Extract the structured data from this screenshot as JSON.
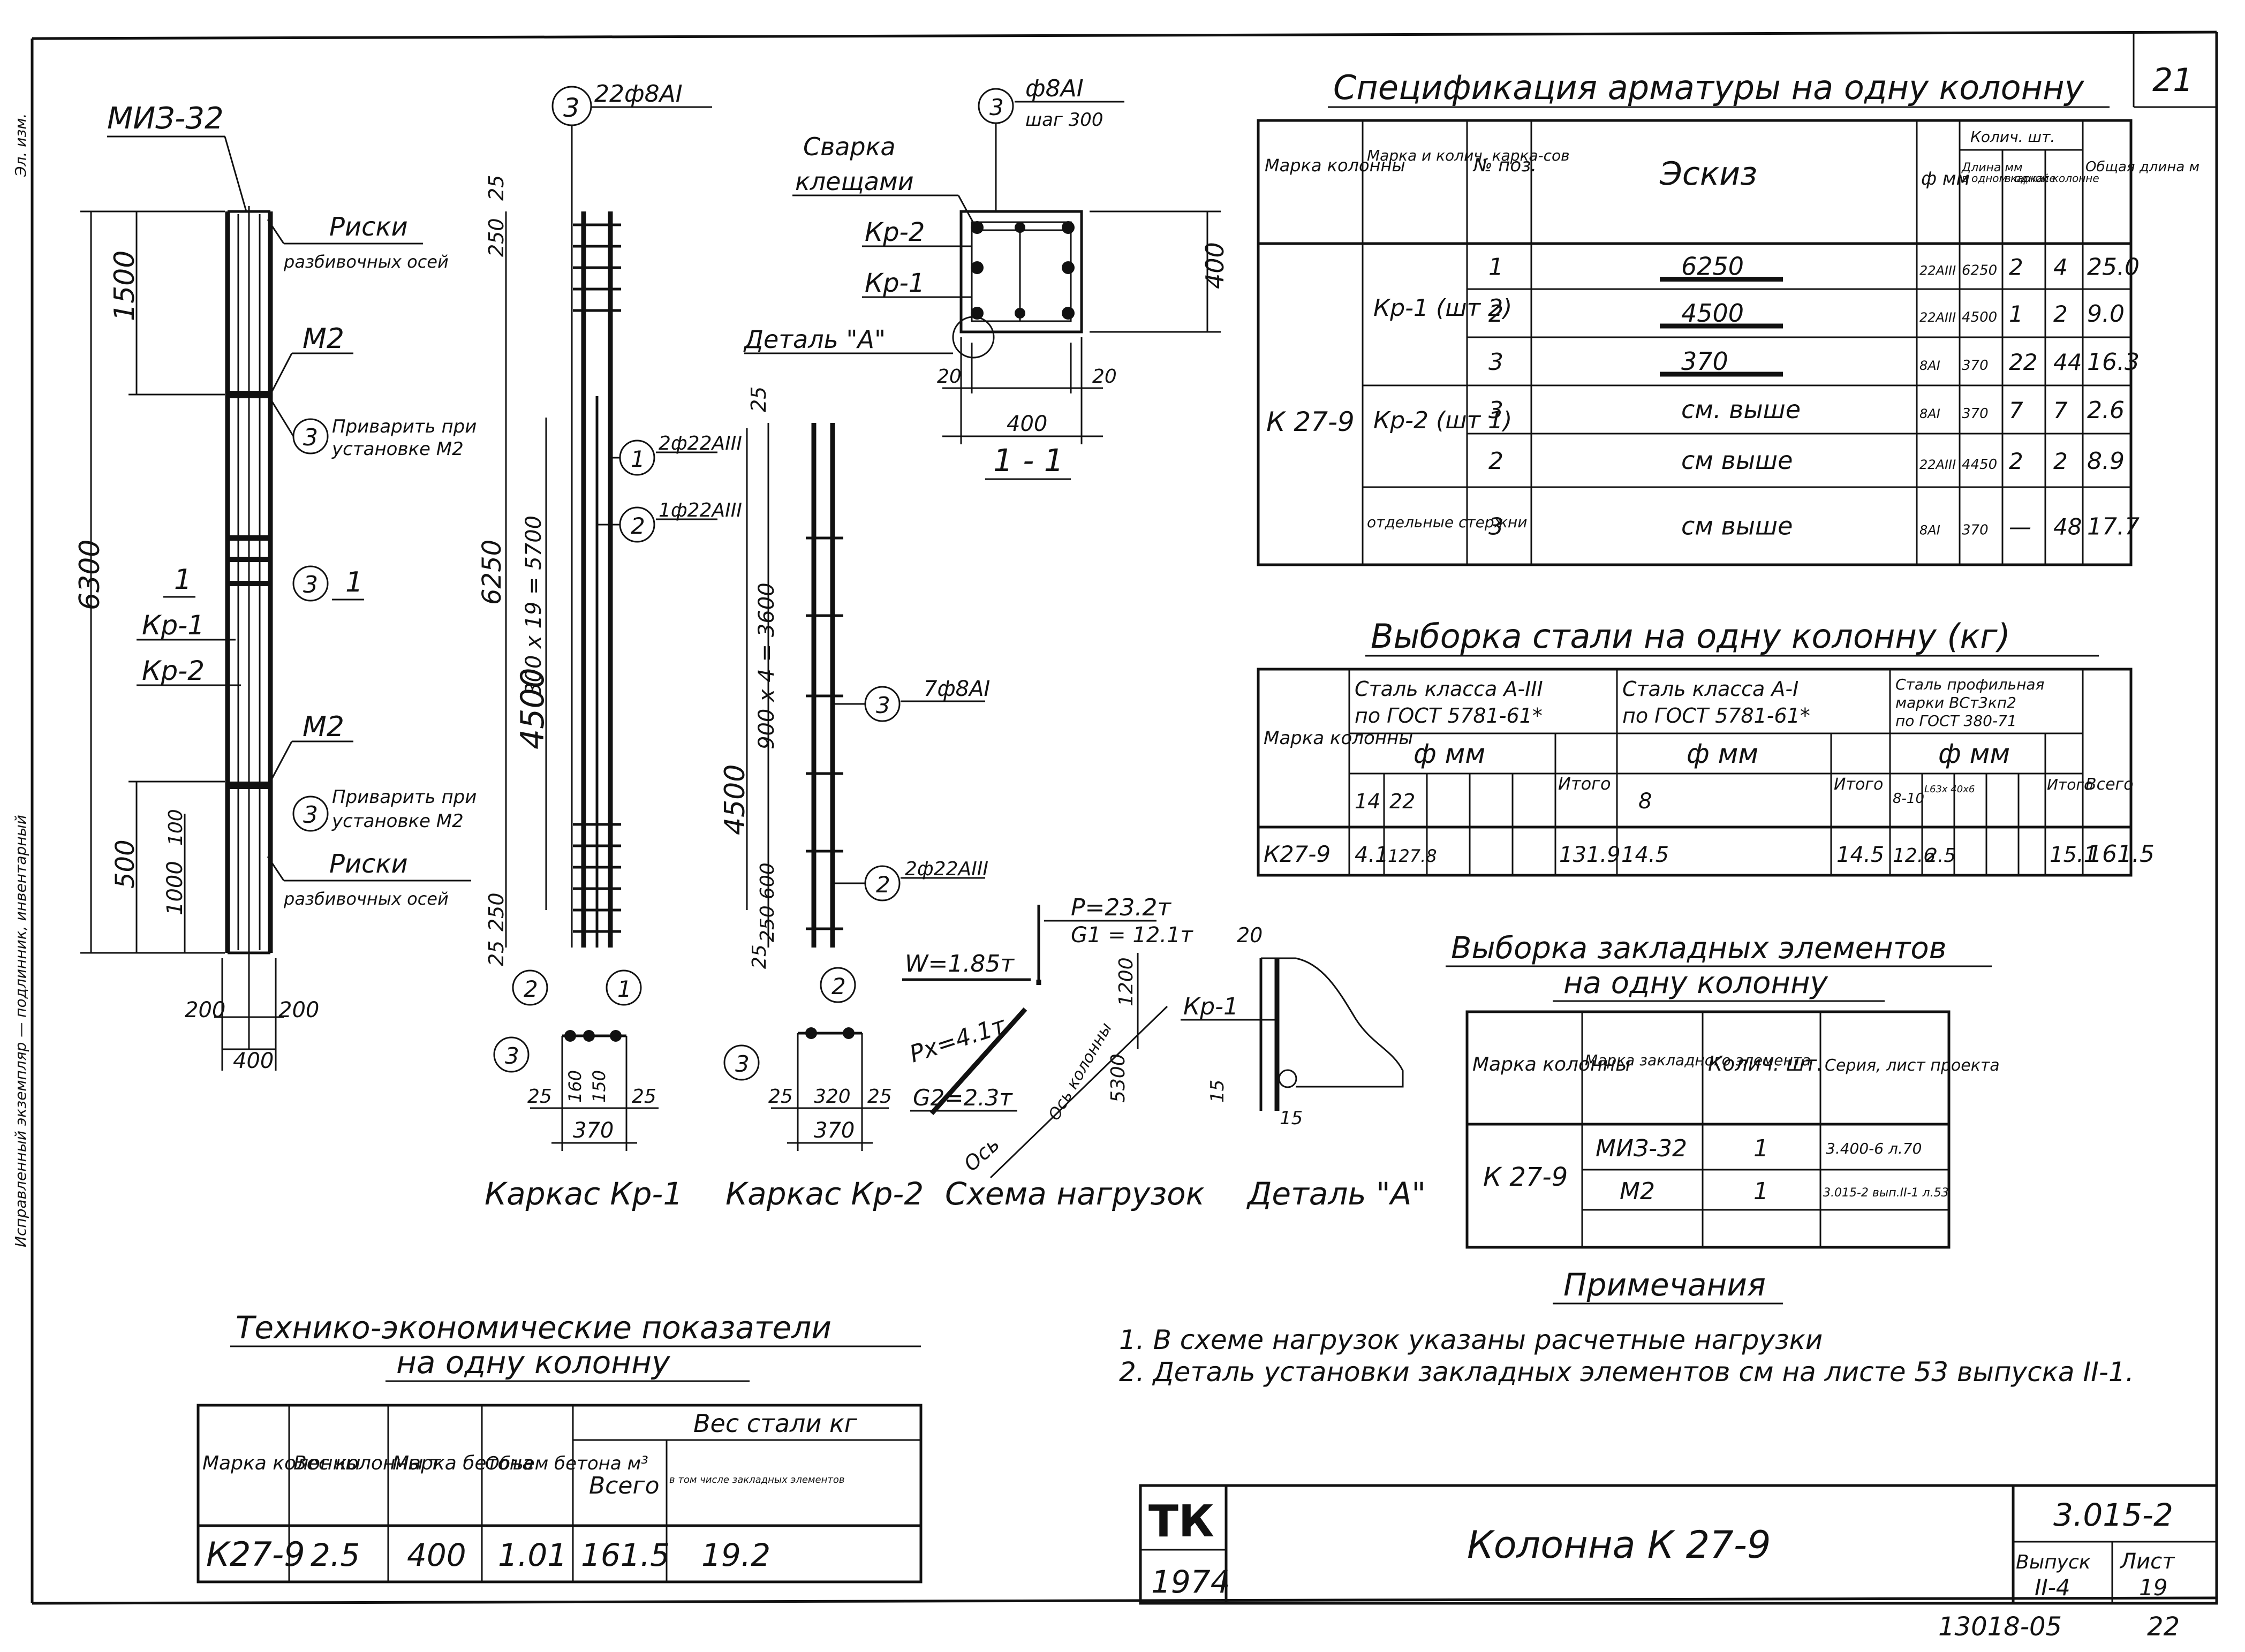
{
  "sheet": {
    "page_number": "21",
    "side_stamp": "Эл. изм.",
    "side_vertical": "Исправленный экземпляр — подлинник, инвентарный",
    "footer_number": "13018-05",
    "footer_page": "22"
  },
  "column_view": {
    "mark_top": "МИЗ-32",
    "risks_top": "Риски",
    "risks_top_sub": "разбивочных осей",
    "m2_top": "М2",
    "weld_top_1": "Приварить при",
    "weld_top_2": "установке М2",
    "section_one": "1",
    "kp1": "Кр-1",
    "kp2": "Кр-2",
    "m2_bottom": "М2",
    "weld_bot_1": "Приварить при",
    "weld_bot_2": "установке М2",
    "risks_bot": "Риски",
    "risks_bot_sub": "разбивочных осей",
    "dim_6300": "6300",
    "dim_1500": "1500",
    "dim_500": "500",
    "dim_1000": "1000",
    "dim_100": "100",
    "dim_200a": "200",
    "dim_200b": "200",
    "dim_400": "400",
    "circle_3": "3"
  },
  "frame_kp1": {
    "top_label": "22ф8АI",
    "dim_25": "25",
    "dim_250": "250",
    "dim_6250": "6250",
    "dim_300x19": "300 х 19 = 5700",
    "dim_4500": "4500",
    "dim_250b": "250",
    "dim_25b": "25",
    "bar1": "2ф22АIII",
    "bar2": "1ф22АIII",
    "pos1": "1",
    "pos2": "2",
    "pos3": "3",
    "sec_25a": "25",
    "sec_160": "160",
    "sec_150": "150",
    "sec_25b": "25",
    "sec_370": "370",
    "caption": "Каркас Кр-1"
  },
  "frame_kp2": {
    "dim_25": "25",
    "dim_900x4": "900 х 4 = 3600",
    "dim_4500": "4500",
    "dim_250": "250",
    "dim_600": "600",
    "dim_25b": "25",
    "bar3": "7ф8АI",
    "bar2": "2ф22АIII",
    "pos2": "2",
    "pos3": "3",
    "sec_25a": "25",
    "sec_320": "320",
    "sec_25b": "25",
    "sec_370": "370",
    "caption": "Каркас Кр-2"
  },
  "section_11": {
    "weld_1": "Сварка",
    "weld_2": "клещами",
    "kp2": "Кр-2",
    "kp1": "Кр-1",
    "detail": "Деталь \"А\"",
    "bar_label": "ф8АI",
    "bar_step": "шаг 300",
    "pos3": "3",
    "dim_400_v": "400",
    "dim_20a": "20",
    "dim_20b": "20",
    "dim_400_h": "400",
    "caption": "1 - 1"
  },
  "load_scheme": {
    "p": "P=23.2т",
    "g1": "G1 = 12.1т",
    "w": "W=1.85т",
    "px": "Px=4.1т",
    "g2": "G2=2.3т",
    "axis": "Ось",
    "column_axis": "Ось колонны",
    "dim_1200": "1200",
    "dim_5300": "5300",
    "caption": "Схема нагрузок"
  },
  "detail_a": {
    "dim_20": "20",
    "kp1": "Кр-1",
    "dim_15a": "15",
    "dim_15b": "15",
    "caption": "Деталь \"А\""
  },
  "spec": {
    "title": "Спецификация арматуры на одну колонну",
    "headers": {
      "mark": "Марка колонны",
      "frames": "Марка и колич. карка-сов",
      "pos": "№ поз.",
      "sketch": "Эскиз",
      "dia": "ф мм",
      "len": "Длина мм",
      "qty": "Колич. шт.",
      "qty_frame": "в одном каркасе",
      "qty_col": "в одной колонне",
      "total": "Общая длина м"
    },
    "col_mark": "К 27-9",
    "groups": [
      "Кр-1 (шт 2)",
      "Кр-2 (шт 1)",
      "отдельные стержни"
    ],
    "rows": [
      {
        "pos": "1",
        "sketch": "6250",
        "dia": "22АIII",
        "len": "6250",
        "q1": "2",
        "q2": "4",
        "total": "25.0"
      },
      {
        "pos": "2",
        "sketch": "4500",
        "dia": "22АIII",
        "len": "4500",
        "q1": "1",
        "q2": "2",
        "total": "9.0"
      },
      {
        "pos": "3",
        "sketch": "370",
        "dia": "8АI",
        "len": "370",
        "q1": "22",
        "q2": "44",
        "total": "16.3"
      },
      {
        "pos": "3",
        "sketch": "см. выше",
        "dia": "8АI",
        "len": "370",
        "q1": "7",
        "q2": "7",
        "total": "2.6"
      },
      {
        "pos": "2",
        "sketch": "см выше",
        "dia": "22АIII",
        "len": "4450",
        "q1": "2",
        "q2": "2",
        "total": "8.9"
      },
      {
        "pos": "3",
        "sketch": "см выше",
        "dia": "8АI",
        "len": "370",
        "q1": "—",
        "q2": "48",
        "total": "17.7"
      }
    ]
  },
  "steel": {
    "title": "Выборка стали на одну колонну (кг)",
    "h_mark": "Марка колонны",
    "h_a3_1": "Сталь класса А-III",
    "h_a3_2": "по ГОСТ 5781-61*",
    "h_a1_1": "Сталь класса А-I",
    "h_a1_2": "по ГОСТ 5781-61*",
    "h_prof_1": "Сталь профильная",
    "h_prof_2": "марки ВСт3кп2",
    "h_prof_3": "по ГОСТ 380-71",
    "h_dia": "ф мм",
    "h_14": "14",
    "h_22": "22",
    "h_8": "8",
    "h_810": "8-10",
    "h_b": "L63х 40х6",
    "h_itogo1": "Итого",
    "h_itogo2": "Итого",
    "h_itogo3": "Итого",
    "h_vsego": "Всего",
    "row_mark": "К27-9",
    "v14": "4.1",
    "v22": "127.8",
    "itogo1": "131.9",
    "v8": "14.5",
    "itogo2": "14.5",
    "v810": "12.6",
    "vb": "2.5",
    "itogo3": "15.1",
    "vsego": "161.5"
  },
  "embedded": {
    "title_1": "Выборка закладных элементов",
    "title_2": "на одну колонну",
    "h_mark": "Марка колонны",
    "h_el": "Марка закладного элемента",
    "h_qty": "Колич. шт.",
    "h_ser": "Серия, лист проекта",
    "col_mark": "К 27-9",
    "rows": [
      {
        "el": "МИЗ-32",
        "qty": "1",
        "ser": "3.400-6 л.70"
      },
      {
        "el": "М2",
        "qty": "1",
        "ser": "3.015-2 вып.II-1 л.53"
      }
    ]
  },
  "notes": {
    "title": "Примечания",
    "n1": "1. В схеме нагрузок указаны расчетные нагрузки",
    "n2": "2. Деталь установки закладных элементов см на листе 53 выпуска II-1."
  },
  "tep": {
    "title_1": "Технико-экономические показатели",
    "title_2": "на одну колонну",
    "h_mark": "Марка колонны",
    "h_weight": "Вес колонны т",
    "h_concrete": "Марка бетона",
    "h_volume": "Объем бетона м³",
    "h_steel": "Вес стали кг",
    "h_total": "Всего",
    "h_incl": "в том числе закладных элементов",
    "mark": "К27-9",
    "weight": "2.5",
    "concrete": "400",
    "volume": "1.01",
    "total": "161.5",
    "incl": "19.2"
  },
  "stamp": {
    "tk": "ТК",
    "year": "1974",
    "title": "Колонна К 27-9",
    "series": "3.015-2",
    "issue_label": "Выпуск",
    "issue": "II-4",
    "sheet_label": "Лист",
    "sheet": "19"
  }
}
